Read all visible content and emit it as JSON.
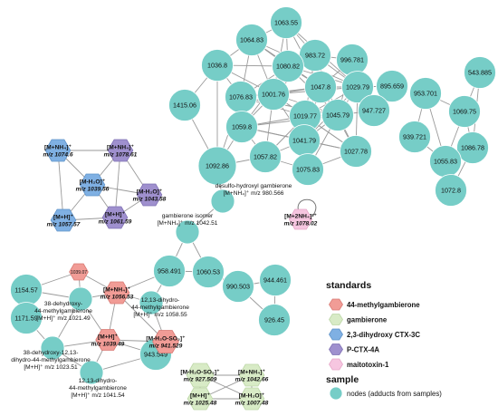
{
  "network": {
    "circle_nodes": [
      {
        "id": "c1063",
        "label": "1063.55"
      },
      {
        "id": "c983",
        "label": "983.72"
      },
      {
        "id": "c996",
        "label": "996.781"
      },
      {
        "id": "c1064",
        "label": "1064.83"
      },
      {
        "id": "c1080",
        "label": "1080.82"
      },
      {
        "id": "c1047",
        "label": "1047.8"
      },
      {
        "id": "c1029",
        "label": "1029.79"
      },
      {
        "id": "c895",
        "label": "895.659"
      },
      {
        "id": "c1036",
        "label": "1036.8"
      },
      {
        "id": "c1076",
        "label": "1076.83"
      },
      {
        "id": "c1001",
        "label": "1001.76"
      },
      {
        "id": "c1019",
        "label": "1019.77"
      },
      {
        "id": "c1045",
        "label": "1045.79"
      },
      {
        "id": "c947",
        "label": "947.727"
      },
      {
        "id": "c1415",
        "label": "1415.06"
      },
      {
        "id": "c1059",
        "label": "1059.8"
      },
      {
        "id": "c1041",
        "label": "1041.79"
      },
      {
        "id": "c1027",
        "label": "1027.78"
      },
      {
        "id": "c1092",
        "label": "1092.86"
      },
      {
        "id": "c1057",
        "label": "1057.82"
      },
      {
        "id": "c1075",
        "label": "1075.83"
      },
      {
        "id": "c953",
        "label": "953.701"
      },
      {
        "id": "c543",
        "label": "543.885"
      },
      {
        "id": "c1069",
        "label": "1069.75"
      },
      {
        "id": "c939",
        "label": "939.721"
      },
      {
        "id": "c1086",
        "label": "1086.78"
      },
      {
        "id": "c1055",
        "label": "1055.83"
      },
      {
        "id": "c1072",
        "label": "1072.8"
      },
      {
        "id": "cdes",
        "label": ""
      },
      {
        "id": "cgam",
        "label": ""
      },
      {
        "id": "c958",
        "label": "958.491"
      },
      {
        "id": "c1060",
        "label": "1060.53"
      },
      {
        "id": "c990",
        "label": "990.503"
      },
      {
        "id": "c944",
        "label": "944.461"
      },
      {
        "id": "c926",
        "label": "926.45"
      },
      {
        "id": "c1154",
        "label": "1154.57"
      },
      {
        "id": "c1171",
        "label": "1171.59"
      },
      {
        "id": "c38a",
        "label": ""
      },
      {
        "id": "c1213",
        "label": ""
      },
      {
        "id": "c38b",
        "label": ""
      },
      {
        "id": "c1217",
        "label": ""
      },
      {
        "id": "c943",
        "label": "943.549"
      }
    ],
    "hex_nodes": [
      {
        "id": "h1074",
        "group": "ctx3c",
        "ion": "[M+NH₄]⁺",
        "mz": "m/z 1074.6"
      },
      {
        "id": "h1078",
        "group": "pctx4a",
        "ion": "[M+NH₄]⁺",
        "mz": "m/z 1078.61"
      },
      {
        "id": "h1039",
        "group": "ctx3c",
        "ion": "[M-H₂O]⁺",
        "mz": "m/z 1039.56"
      },
      {
        "id": "h1043",
        "group": "pctx4a",
        "ion": "[M-H₂O]⁺",
        "mz": "m/z 1043.58"
      },
      {
        "id": "h1057",
        "group": "ctx3c",
        "ion": "[M+H]⁺",
        "mz": "m/z 1057.57"
      },
      {
        "id": "h1061",
        "group": "pctx4a",
        "ion": "[M+H]⁺",
        "mz": "m/z 1061.59"
      },
      {
        "id": "h2nh4",
        "group": "mtx1",
        "ion": "[M+2NH₄]²⁺",
        "mz": "m/z 1078.02"
      },
      {
        "id": "h1039p",
        "group": "methylgam",
        "ion": "1039.07",
        "mz": ""
      },
      {
        "id": "h1056",
        "group": "methylgam",
        "ion": "[M+NH₄]⁺",
        "mz": "m/z 1056.53"
      },
      {
        "id": "h103949",
        "group": "methylgam",
        "ion": "[M+H]⁺",
        "mz": "m/z 1039.49"
      },
      {
        "id": "h941",
        "group": "methylgam",
        "ion": "[M-H₂O-SO₃]⁺",
        "mz": "m/z 941.529"
      },
      {
        "id": "h927",
        "group": "gambierone",
        "ion": "[M-H₂O-SO₃]⁺",
        "mz": "m/z 927.509"
      },
      {
        "id": "h1042",
        "group": "gambierone",
        "ion": "[M+NH₄]⁺",
        "mz": "m/z 1042.66"
      },
      {
        "id": "h1025",
        "group": "gambierone",
        "ion": "[M+H]⁺",
        "mz": "m/z 1025.48"
      },
      {
        "id": "h1007",
        "group": "gambierone",
        "ion": "[M-H₂O]⁺",
        "mz": "m/z 1007.48"
      }
    ],
    "node_annotations": [
      {
        "id": "a_des",
        "lines": [
          "desulfo-hydroxyl gambierone",
          "[M+NH₄]⁺ m/z 980.566"
        ]
      },
      {
        "id": "a_gam",
        "lines": [
          "gambierone isomer",
          "[M+NH₄]⁺ m/z 1042.51"
        ]
      },
      {
        "id": "a_38a",
        "lines": [
          "38-dehydroxy-",
          "44-methylgambierone",
          "[M+H]⁺ m/z 1021.49"
        ]
      },
      {
        "id": "a_1213",
        "lines": [
          "12,13-dihydro-",
          "44-methylgambierone",
          "[M+H]⁺ m/z 1058.55"
        ]
      },
      {
        "id": "a_38b",
        "lines": [
          "38-dehydroxy-12,13-",
          "dihydro-44-methylgambierone",
          "[M+H]⁺ m/z 1023.51"
        ]
      },
      {
        "id": "a_1217",
        "lines": [
          "12,13-dihydro-",
          "44-methylgambierone",
          "[M+H]⁺ m/z 1041.54"
        ]
      }
    ]
  },
  "legend": {
    "standards_title": "standards",
    "standards": [
      {
        "id": "methylgam",
        "label": "44-methylgambierone",
        "color": "#f19c96"
      },
      {
        "id": "gambierone",
        "label": "gambierone",
        "color": "#d8ebc6"
      },
      {
        "id": "ctx3c",
        "label": "2,3-dihydroxy CTX-3C",
        "color": "#7fb0e3"
      },
      {
        "id": "pctx4a",
        "label": "P-CTX-4A",
        "color": "#9f90ce"
      },
      {
        "id": "mtx1",
        "label": "maitotoxin-1",
        "color": "#f6c6e0"
      }
    ],
    "sample_title": "sample",
    "sample_item": {
      "label": "nodes (adducts from samples)",
      "color": "#76cdc7"
    }
  }
}
